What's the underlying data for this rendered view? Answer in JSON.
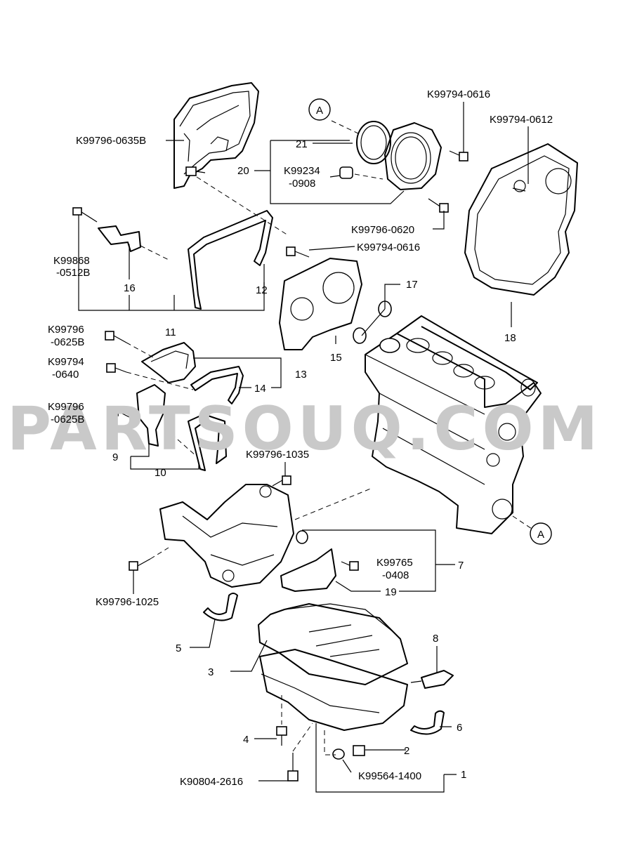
{
  "watermark": "PARTSOUQ.COM",
  "callouts": {
    "ref_a_top": "A",
    "ref_a_bottom": "A",
    "c_21": "21",
    "c_20": "20",
    "c_16": "16",
    "c_12": "12",
    "c_11": "11",
    "c_15": "15",
    "c_17": "17",
    "c_18": "18",
    "c_13": "13",
    "c_14": "14",
    "c_9": "9",
    "c_10": "10",
    "c_7": "7",
    "c_19": "19",
    "c_5": "5",
    "c_3": "3",
    "c_8": "8",
    "c_4": "4",
    "c_2": "2",
    "c_1": "1",
    "c_6": "6"
  },
  "part_numbers": {
    "p_0616_top": "K99794-0616",
    "p_0612": "K99794-0612",
    "p_0635b": "K99796-0635B",
    "p_k99234": "K99234",
    "p_0908": "-0908",
    "p_0620": "K99796-0620",
    "p_0616_mid": "K99794-0616",
    "p_k99868": "K99868",
    "p_0512b": "-0512B",
    "p_k99796_a": "K99796",
    "p_0625b_a": "-0625B",
    "p_k99794": "K99794",
    "p_0640": "-0640",
    "p_k99796_b": "K99796",
    "p_0625b_b": "-0625B",
    "p_1035": "K99796-1035",
    "p_k99765": "K99765",
    "p_0408": "-0408",
    "p_1025": "K99796-1025",
    "p_1400": "K99564-1400",
    "p_2616": "K90804-2616"
  }
}
